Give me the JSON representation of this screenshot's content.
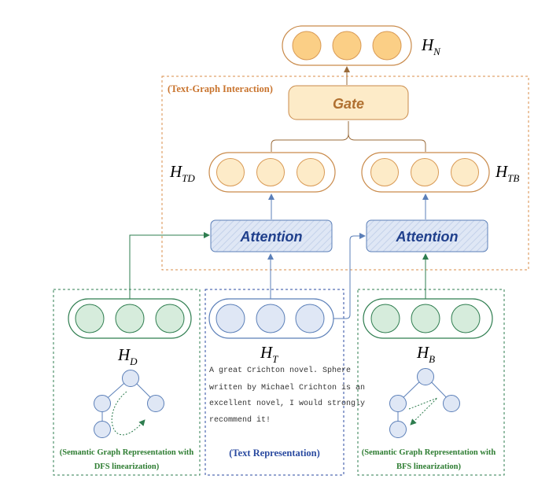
{
  "output_label": {
    "base": "H",
    "sub": "N"
  },
  "interaction_box": {
    "label": "(Text-Graph Interaction)"
  },
  "gate": {
    "label": "Gate"
  },
  "td_label": {
    "base": "H",
    "sub": "TD"
  },
  "tb_label": {
    "base": "H",
    "sub": "TB"
  },
  "attention_left": {
    "label": "Attention"
  },
  "attention_right": {
    "label": "Attention"
  },
  "dfs_panel": {
    "label": {
      "base": "H",
      "sub": "D"
    },
    "caption_line1": "(Semantic Graph Representation with",
    "caption_line2": "DFS linearization)"
  },
  "text_panel": {
    "label": {
      "base": "H",
      "sub": "T"
    },
    "text_lines": [
      "A great Crichton novel. Sphere",
      "written by Michael Crichton is an",
      "excellent novel, I would strongly",
      "recommend it!"
    ],
    "caption": "(Text Representation)"
  },
  "bfs_panel": {
    "label": {
      "base": "H",
      "sub": "B"
    },
    "caption_line1": "(Semantic Graph Representation with",
    "caption_line2": "BFS linearization)"
  },
  "colors": {
    "orange": "#d98c4a",
    "orange_fill": "#fbcf86",
    "light_orange_fill": "#fdebc8",
    "blue": "#5b7fb8",
    "blue_fill": "#dfe7f5",
    "attention_text": "#1f3f8c",
    "green": "#2e7d4f",
    "green_fill": "#d6ecdc",
    "gate_text": "#b07030",
    "panel_text_green": "#2e7d32",
    "panel_text_blue": "#2a4aa0"
  }
}
